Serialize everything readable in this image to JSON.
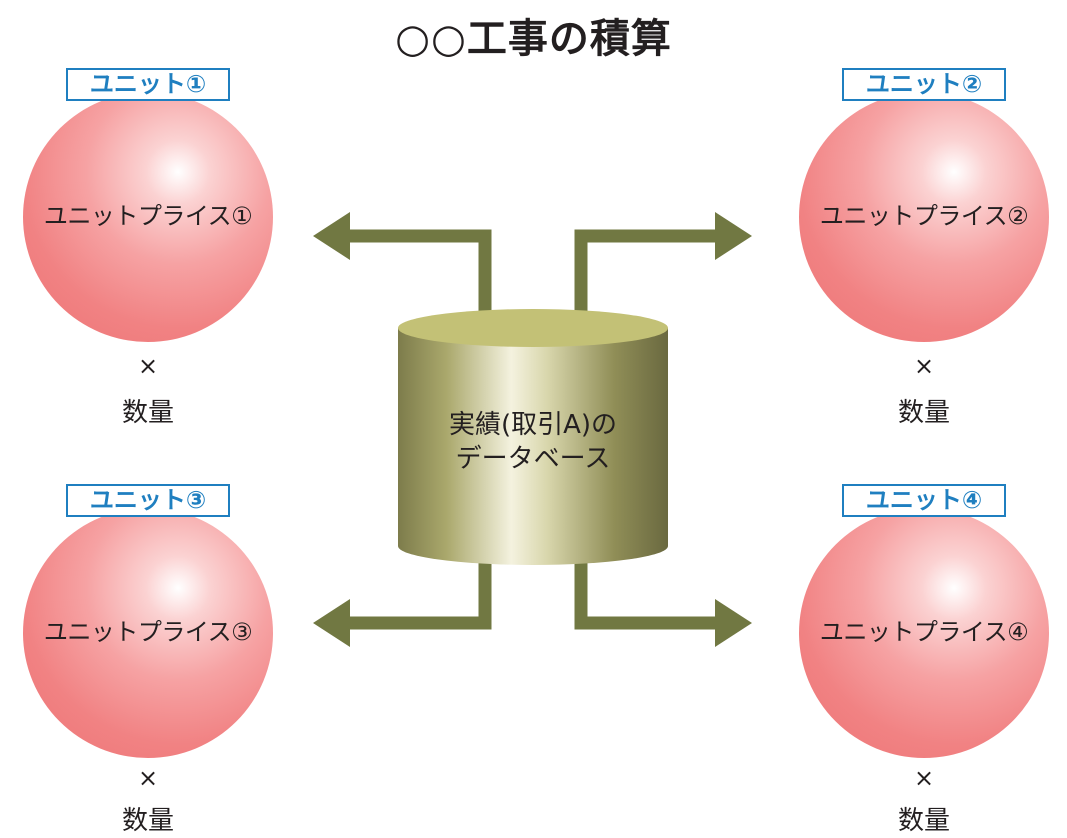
{
  "title": "○○工事の積算",
  "database": {
    "line1": "実績(取引A)の",
    "line2": "データベース"
  },
  "units": [
    {
      "tag": "ユニット①",
      "price": "ユニットプライス①",
      "times": "×",
      "qty": "数量"
    },
    {
      "tag": "ユニット②",
      "price": "ユニットプライス②",
      "times": "×",
      "qty": "数量"
    },
    {
      "tag": "ユニット③",
      "price": "ユニットプライス③",
      "times": "×",
      "qty": "数量"
    },
    {
      "tag": "ユニット④",
      "price": "ユニットプライス④",
      "times": "×",
      "qty": "数量"
    }
  ],
  "colors": {
    "arrow": "#717842",
    "unit_tag": "#1f7fc0",
    "sphere": "#ee7374",
    "cylinder_top": "#c3c176",
    "cylinder_body": "#7d7b4a"
  }
}
